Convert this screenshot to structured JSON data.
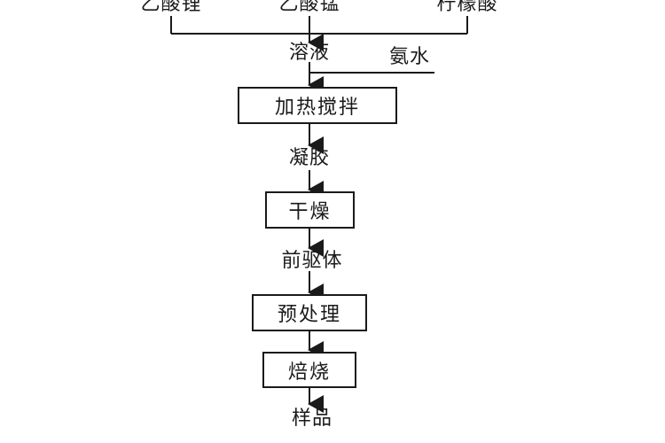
{
  "inputs": [
    "乙酸锂",
    "乙酸锰",
    "柠檬酸"
  ],
  "steps": {
    "solution": "溶液",
    "additive": "氨水",
    "heat_stir": "加热搅拌",
    "gel": "凝胶",
    "dry": "干燥",
    "precursor": "前驱体",
    "pretreat": "预处理",
    "calcine": "焙烧",
    "sample": "样品"
  },
  "caption": ""
}
